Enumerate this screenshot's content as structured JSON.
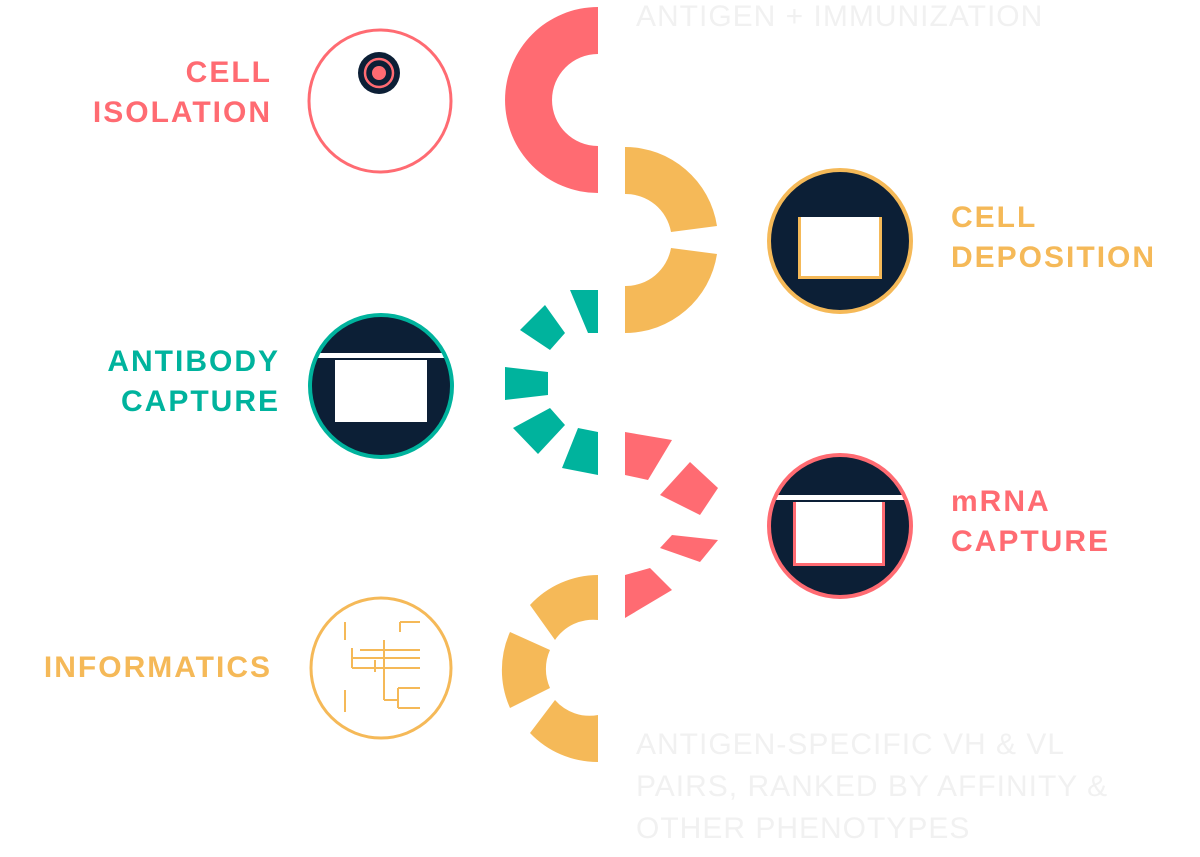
{
  "colors": {
    "coral": "#ff6b72",
    "amber": "#f5b958",
    "teal": "#00b39d",
    "navy": "#0c1f36",
    "faint_text": "#f1f1f1"
  },
  "annotations": {
    "top": "ANTIGEN + IMMUNIZATION",
    "bottom_lines": [
      "ANTIGEN-SPECIFIC VH & VL",
      "PAIRS, RANKED BY AFFINITY &",
      "OTHER PHENOTYPES"
    ]
  },
  "steps": [
    {
      "key": "cell-isolation",
      "lines": [
        "CELL",
        "ISOLATION"
      ],
      "color": "coral",
      "icon": "single-cell-icon",
      "connector_style": "solid"
    },
    {
      "key": "cell-deposition",
      "lines": [
        "CELL",
        "DEPOSITION"
      ],
      "color": "amber",
      "icon": "microwell-icon",
      "connector_style": "2-segments"
    },
    {
      "key": "antibody-capture",
      "lines": [
        "ANTIBODY",
        "CAPTURE"
      ],
      "color": "teal",
      "icon": "capture-well-icon",
      "connector_style": "5-segments"
    },
    {
      "key": "mrna-capture",
      "lines": [
        "mRNA",
        "CAPTURE"
      ],
      "color": "coral",
      "icon": "capture-well-icon",
      "connector_style": "4-segments"
    },
    {
      "key": "informatics",
      "lines": [
        "INFORMATICS"
      ],
      "color": "amber",
      "icon": "dendrogram-icon",
      "connector_style": "3-segments"
    }
  ]
}
